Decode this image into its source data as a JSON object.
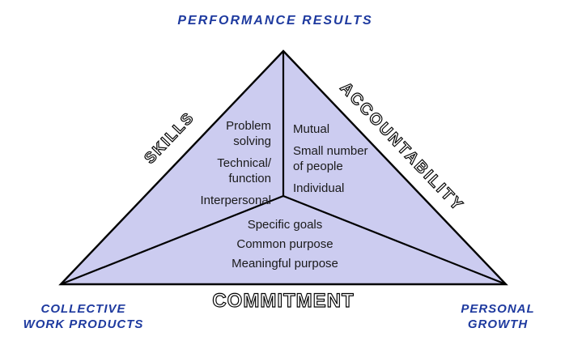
{
  "colors": {
    "triangle_fill": "#ccccf0",
    "line": "#000000",
    "label_blue": "#1e3a9f",
    "body_text": "#1a1a1a"
  },
  "top_label": "PERFORMANCE RESULTS",
  "vertices": {
    "bottom_left": "COLLECTIVE\nWORK PRODUCTS",
    "bottom_right": "PERSONAL\nGROWTH"
  },
  "sides": {
    "left": "SKILLS",
    "right": "ACCOUNTABILITY",
    "bottom": "COMMITMENT"
  },
  "regions": {
    "skills": {
      "items": [
        "Problem\nsolving",
        "Technical/\nfunction",
        "Interpersonal"
      ]
    },
    "accountability": {
      "items": [
        "Mutual",
        "Small number\nof people",
        "Individual"
      ]
    },
    "commitment": {
      "items": [
        "Specific goals",
        "Common purpose",
        "Meaningful purpose"
      ]
    }
  }
}
